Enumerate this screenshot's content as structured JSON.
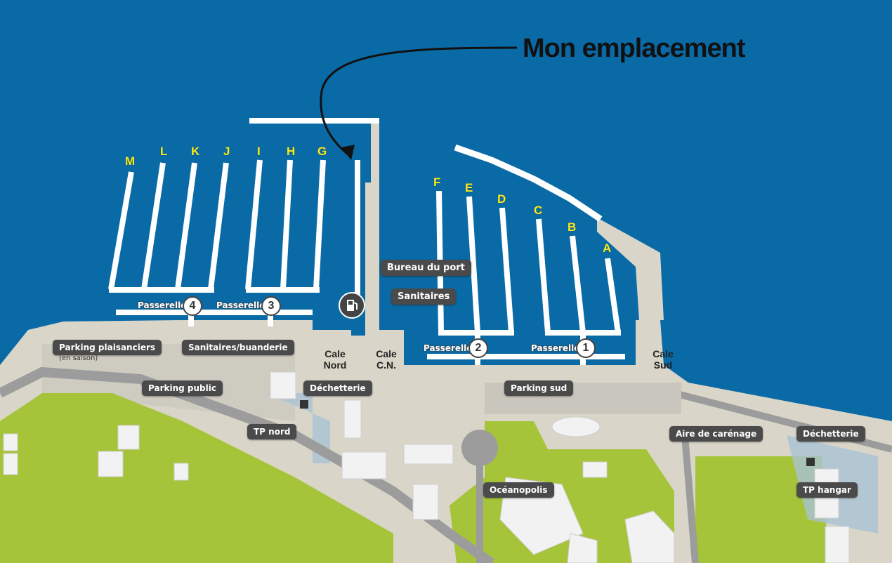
{
  "title": "Mon emplacement",
  "pontoons_left": [
    "M",
    "L",
    "K",
    "J",
    "I",
    "H",
    "G"
  ],
  "pontoons_right": [
    "F",
    "E",
    "D",
    "C",
    "B",
    "A"
  ],
  "passerelles": [
    {
      "label": "Passerelle",
      "number": "4"
    },
    {
      "label": "Passerelle",
      "number": "3"
    },
    {
      "label": "Passerelle",
      "number": "2"
    },
    {
      "label": "Passerelle",
      "number": "1"
    }
  ],
  "cales": {
    "nord": "Cale\nNord",
    "cn": "Cale\nC.N.",
    "sud": "Cale\nSud"
  },
  "labels": {
    "bureau_port": "Bureau du port",
    "sanitaires": "Sanitaires",
    "parking_plaisanciers": "Parking plaisanciers",
    "en_saison": "(en saison)",
    "sanitaires_buanderie": "Sanitaires/buanderie",
    "parking_public": "Parking public",
    "dechetterie_nord": "Déchetterie",
    "tp_nord": "TP nord",
    "parking_sud": "Parking sud",
    "aire_carenage": "Aire de carénage",
    "dechetterie_sud": "Déchetterie",
    "tp_hangar": "TP hangar",
    "oceanopolis": "Océanopolis"
  },
  "icons": {
    "fuel": "fuel-pump-icon"
  },
  "colors": {
    "sea": "#0a6aa6",
    "land": "#d9d5c8",
    "grass": "#a6c43a",
    "pontoon": "#ffffff",
    "letters": "#f6ec1c"
  }
}
